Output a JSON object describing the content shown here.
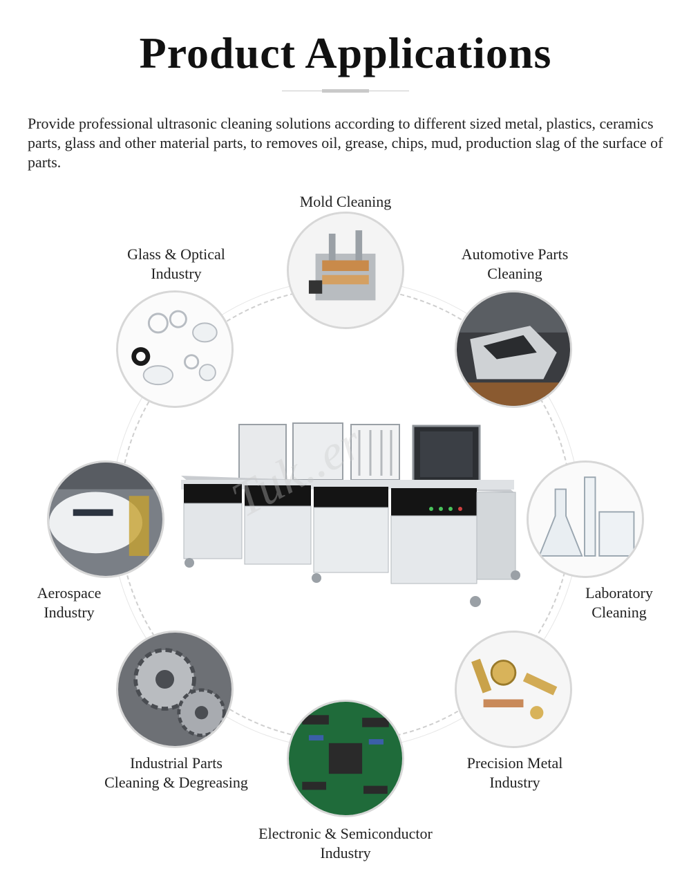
{
  "header": {
    "title": "Product Applications"
  },
  "intro": {
    "text": "Provide professional ultrasonic cleaning solutions according to different sized metal, plastics, ceramics parts, glass and other material parts, to removes oil, grease, chips, mud, production slag of the surface of parts."
  },
  "applications": [
    {
      "line1": "Mold Cleaning",
      "line2": ""
    },
    {
      "line1": "Automotive Parts",
      "line2": "Cleaning"
    },
    {
      "line1": "Laboratory",
      "line2": "Cleaning"
    },
    {
      "line1": "Precision Metal",
      "line2": "Industry"
    },
    {
      "line1": "Electronic & Semiconductor",
      "line2": "Industry"
    },
    {
      "line1": "Industrial Parts",
      "line2": "Cleaning & Degreasing"
    },
    {
      "line1": "Aerospace",
      "line2": "Industry"
    },
    {
      "line1": "Glass & Optical",
      "line2": "Industry"
    }
  ],
  "watermark": "Tuk..er",
  "colors": {
    "ring": "#cfcfcf",
    "steel": "#d9dcdf",
    "panel": "#1a1a1a",
    "pcb": "#1f6b3a"
  }
}
